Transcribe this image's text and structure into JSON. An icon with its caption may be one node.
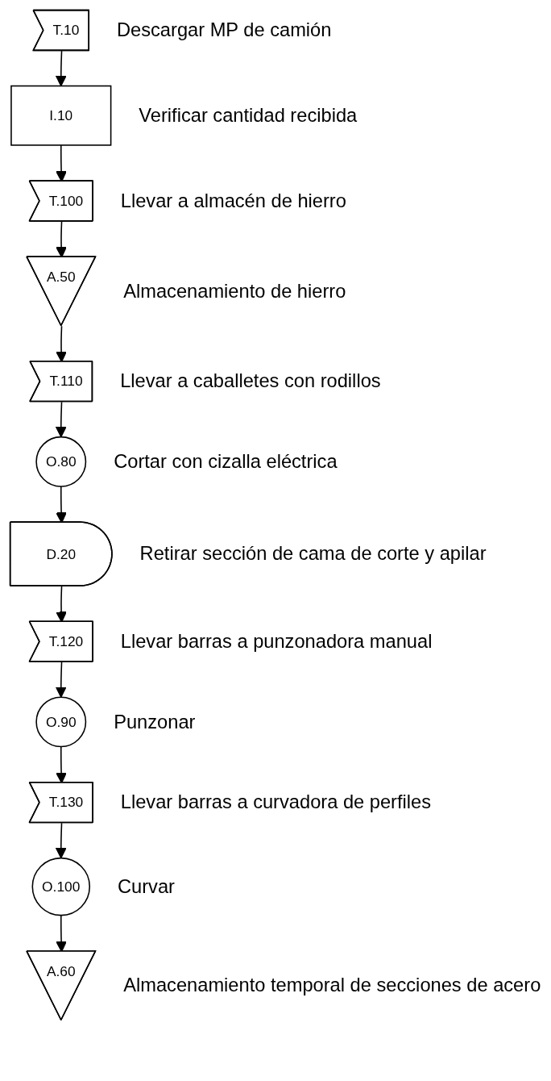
{
  "diagram": {
    "nodes": [
      {
        "text": [
          "T.10"
        ],
        "beside": [
          "Descargar MP de camión"
        ]
      },
      {
        "text": [
          "I.10"
        ],
        "beside": [
          "Verificar cantidad recibida"
        ]
      },
      {
        "text": [
          "T.100"
        ],
        "beside": [
          "Llevar a almacén de hierro"
        ]
      },
      {
        "text": [
          "A.50"
        ],
        "beside": [
          "Almacenamiento de hierro"
        ]
      },
      {
        "text": [
          "T.110"
        ],
        "beside": [
          "Llevar a caballetes con rodillos"
        ]
      },
      {
        "text": [
          "O.80"
        ],
        "beside": [
          "Cortar con cizalla eléctrica"
        ]
      },
      {
        "text": [
          "D.20"
        ],
        "beside": [
          "Retirar sección de cama de corte y apilar"
        ]
      },
      {
        "text": [
          "T.120"
        ],
        "beside": [
          "Llevar barras a punzonadora manual"
        ]
      },
      {
        "text": [
          "O.90"
        ],
        "beside": [
          "Punzonar"
        ]
      },
      {
        "text": [
          "T.130"
        ],
        "beside": [
          "Llevar barras a curvadora de perfiles"
        ]
      },
      {
        "text": [
          "O.100"
        ],
        "beside": [
          "Curvar"
        ]
      },
      {
        "text": [
          "A.60"
        ],
        "beside": [
          "Almacenamiento temporal de secciones de acero"
        ]
      }
    ],
    "edges": [
      {
        "from": 0,
        "to": 1,
        "arrow": "to"
      },
      {
        "from": 1,
        "to": 2,
        "arrow": "to"
      },
      {
        "from": 2,
        "to": 3,
        "arrow": "to"
      },
      {
        "from": 3,
        "to": 4,
        "arrow": "to"
      },
      {
        "from": 4,
        "to": 5,
        "arrow": "to"
      },
      {
        "from": 5,
        "to": 6,
        "arrow": "to"
      },
      {
        "from": 6,
        "to": 7,
        "arrow": "to"
      },
      {
        "from": 7,
        "to": 8,
        "arrow": "to"
      },
      {
        "from": 8,
        "to": 9,
        "arrow": "to"
      },
      {
        "from": 9,
        "to": 10,
        "arrow": "to"
      },
      {
        "from": 10,
        "to": 11,
        "arrow": "to"
      }
    ]
  }
}
